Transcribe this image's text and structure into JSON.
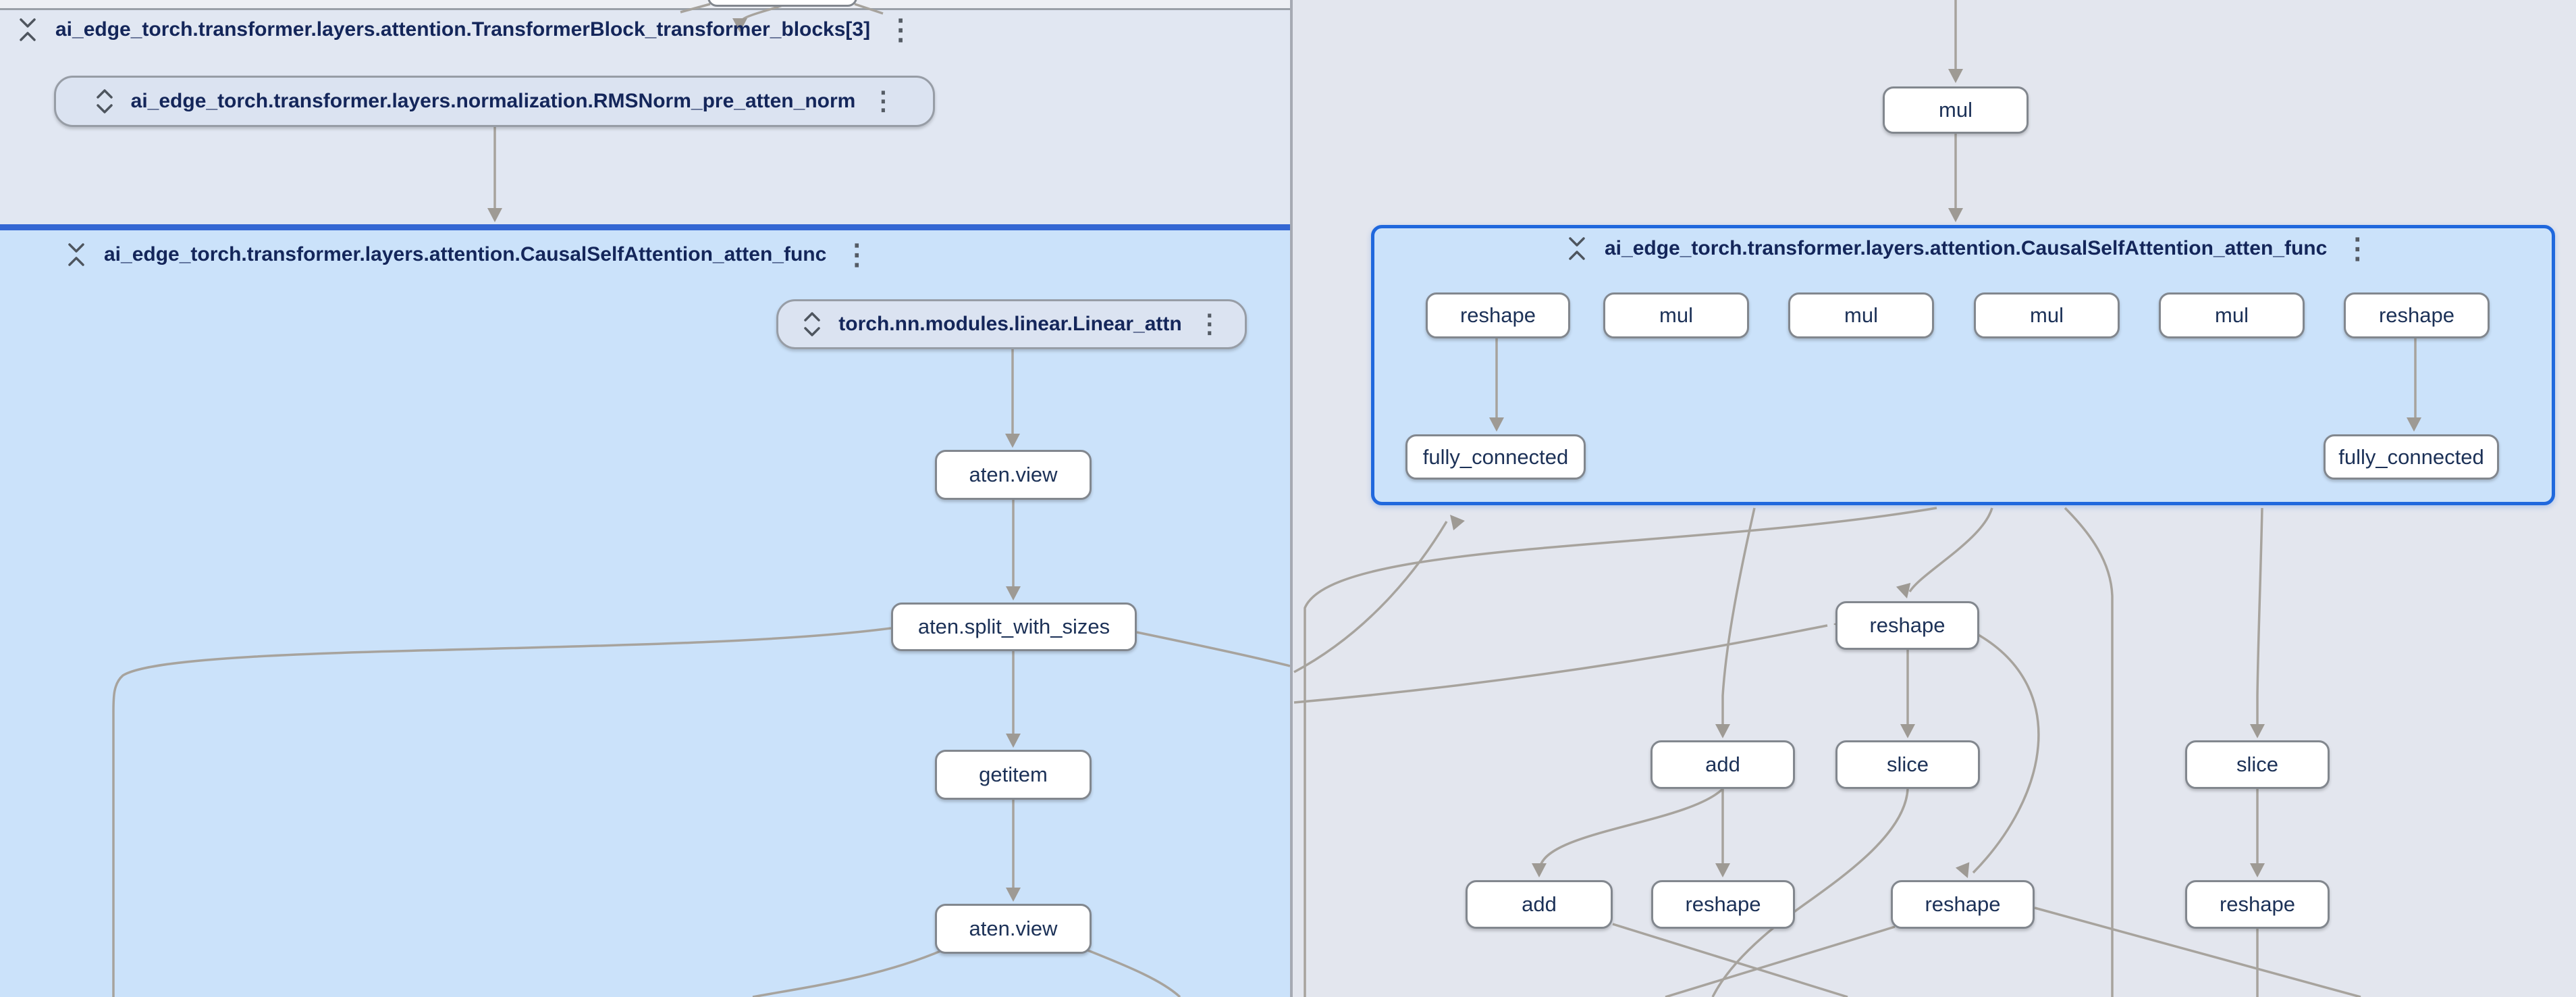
{
  "left_pane": {
    "transformer_block": {
      "title": "ai_edge_torch.transformer.layers.attention.TransformerBlock_transformer_blocks[3]"
    },
    "rms_norm": {
      "label": "ai_edge_torch.transformer.layers.normalization.RMSNorm_pre_atten_norm"
    },
    "attention_group": {
      "title": "ai_edge_torch.transformer.layers.attention.CausalSelfAttention_atten_func"
    },
    "linear": {
      "label": "torch.nn.modules.linear.Linear_attn"
    },
    "ops": [
      "aten.view",
      "aten.split_with_sizes",
      "getitem",
      "aten.view"
    ]
  },
  "right_pane": {
    "mul": {
      "label": "mul"
    },
    "attention_group": {
      "title": "ai_edge_torch.transformer.layers.attention.CausalSelfAttention_atten_func"
    },
    "row": [
      "reshape",
      "mul",
      "mul",
      "mul",
      "mul",
      "reshape"
    ],
    "fc": [
      "fully_connected",
      "fully_connected"
    ],
    "mid": [
      "reshape",
      "add",
      "slice",
      "slice"
    ],
    "bottom": [
      "add",
      "reshape",
      "reshape",
      "reshape"
    ]
  },
  "icons": {
    "kebab": "⋮",
    "collapse": "unfold-less",
    "expand": "unfold-more"
  },
  "colors": {
    "selected_region_border": "#2068dd",
    "region_fill": "#cbe2fa",
    "group_fill": "#e1e7f2",
    "node_border": "#82878e",
    "edge": "#a7a39d",
    "title_text": "#14265a",
    "right_bg": "#e3e6ee"
  }
}
